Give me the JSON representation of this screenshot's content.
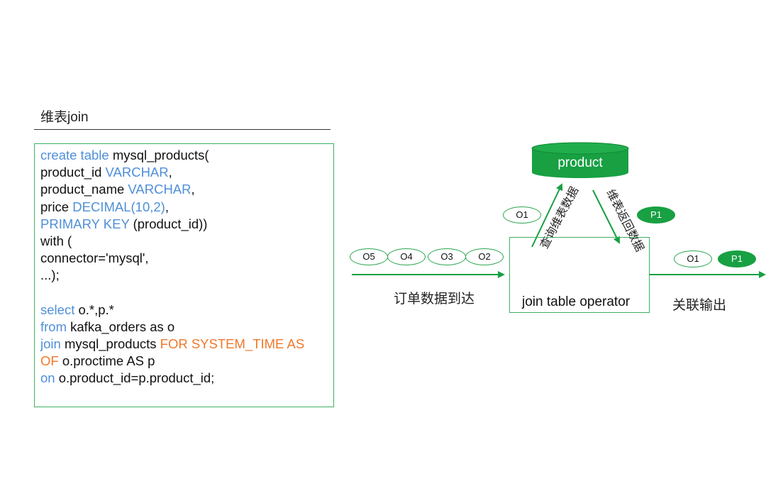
{
  "header": {
    "title": "维表join"
  },
  "code_lines": [
    [
      {
        "t": "create table ",
        "c": "kw"
      },
      {
        "t": "mysql_products(",
        "c": ""
      }
    ],
    [
      {
        "t": "product_id ",
        "c": ""
      },
      {
        "t": "VARCHAR",
        "c": "kw"
      },
      {
        "t": ",",
        "c": ""
      }
    ],
    [
      {
        "t": "product_name ",
        "c": ""
      },
      {
        "t": "VARCHAR",
        "c": "kw"
      },
      {
        "t": ",",
        "c": ""
      }
    ],
    [
      {
        "t": "price ",
        "c": ""
      },
      {
        "t": "DECIMAL(10,2)",
        "c": "kw"
      },
      {
        "t": ",",
        "c": ""
      }
    ],
    [
      {
        "t": "PRIMARY KEY ",
        "c": "kw"
      },
      {
        "t": "(product_id))",
        "c": ""
      }
    ],
    [
      {
        "t": "with (",
        "c": ""
      }
    ],
    [
      {
        "t": "connector='mysql',",
        "c": ""
      }
    ],
    [
      {
        "t": "...);",
        "c": ""
      }
    ],
    [],
    [
      {
        "t": "select ",
        "c": "kw"
      },
      {
        "t": "o.*,p.*",
        "c": ""
      }
    ],
    [
      {
        "t": "from ",
        "c": "kw"
      },
      {
        "t": "kafka_orders as o",
        "c": ""
      }
    ],
    [
      {
        "t": "join ",
        "c": "kw"
      },
      {
        "t": "mysql_products ",
        "c": ""
      },
      {
        "t": "FOR SYSTEM_TIME AS",
        "c": "or"
      }
    ],
    [
      {
        "t": "OF ",
        "c": "or"
      },
      {
        "t": "o.proctime AS p",
        "c": ""
      }
    ],
    [
      {
        "t": "on ",
        "c": "kw"
      },
      {
        "t": "o.product_id=p.product_id;",
        "c": ""
      }
    ]
  ],
  "diagram": {
    "incoming_orders": [
      "O5",
      "O4",
      "O3",
      "O2"
    ],
    "incoming_label": "订单数据到达",
    "current_order": "O1",
    "db_label": "product",
    "query_label": "查询维表数据",
    "return_label": "维表返回数据",
    "returned_product": "P1",
    "operator_label": "join table operator",
    "output_label": "关联输出",
    "output_items": [
      "O1",
      "P1"
    ]
  },
  "colors": {
    "keyword": "#4f8fd8",
    "keyword_orange": "#f0782b",
    "green": "#18a043",
    "border_green": "#3cb061"
  }
}
